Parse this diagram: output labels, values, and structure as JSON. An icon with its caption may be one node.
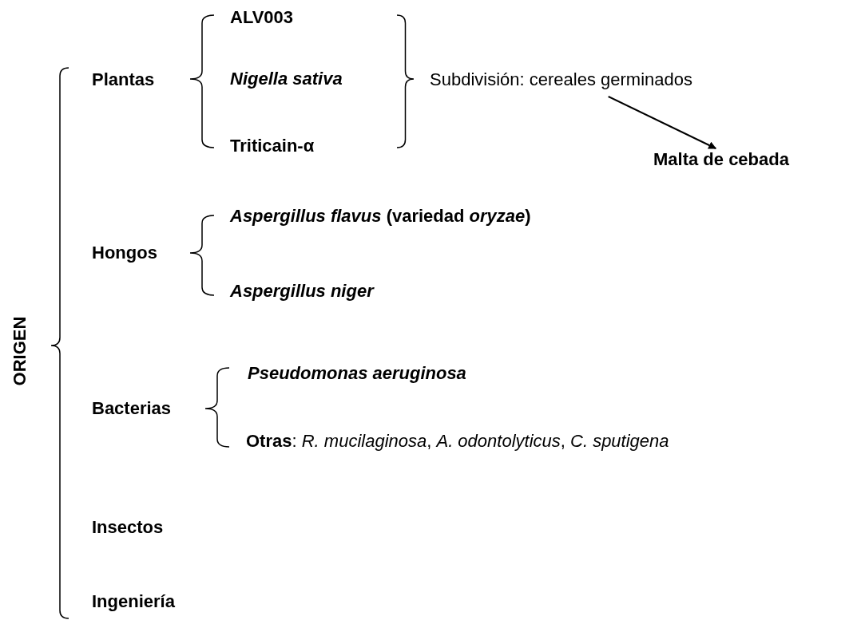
{
  "diagram": {
    "nodes": [
      {
        "text": [
          "Subdivisión: cereales germinados"
        ]
      },
      {
        "text": [
          "Malta de cebada"
        ]
      }
    ],
    "edges": [
      {
        "from": 0,
        "to": 1,
        "arrow": "to"
      }
    ],
    "labels": [
      "ALV003",
      "Plantas",
      "Nigella sativa",
      "Triticain-α",
      "*Aspergillus flavus* (variedad *oryzae*)",
      "Hongos",
      "Aspergillus niger",
      "ORIGEN",
      "Pseudomonas aeruginosa",
      "Bacterias",
      "**Otras**: *R. mucilaginosa*, *A. odontolyticus*, *C. sputigena*",
      "Insectos",
      "Ingeniería"
    ]
  }
}
